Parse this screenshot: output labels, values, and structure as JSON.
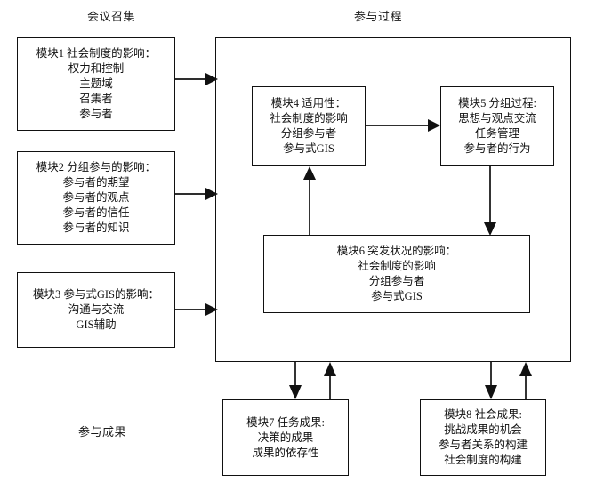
{
  "diagram": {
    "title_left": "会议召集",
    "title_center": "参与过程",
    "title_bottom_left": "参与成果",
    "line_color": "#111111",
    "background": "#ffffff"
  },
  "modules": {
    "m1": {
      "head": "模块1  社会制度的影响：",
      "l1": "权力和控制",
      "l2": "主题域",
      "l3": "召集者",
      "l4": "参与者"
    },
    "m2": {
      "head": "模块2  分组参与的影响：",
      "l1": "参与者的期望",
      "l2": "参与者的观点",
      "l3": "参与者的信任",
      "l4": "参与者的知识"
    },
    "m3": {
      "head": "模块3  参与式GIS的影响：",
      "l1": "沟通与交流",
      "l2": "GIS辅助"
    },
    "m4": {
      "head": "模块4  适用性：",
      "l1": "社会制度的影响",
      "l2": "分组参与者",
      "l3": "参与式GIS"
    },
    "m5": {
      "head": "模块5  分组过程:",
      "l1": "思想与观点交流",
      "l2": "任务管理",
      "l3": "参与者的行为"
    },
    "m6": {
      "head": "模块6  突发状况的影响：",
      "l1": "社会制度的影响",
      "l2": "分组参与者",
      "l3": "参与式GIS"
    },
    "m7": {
      "head": "模块7  任务成果:",
      "l1": "决策的成果",
      "l2": "成果的依存性"
    },
    "m8": {
      "head": "模块8  社会成果:",
      "l1": "挑战成果的机会",
      "l2": "参与者关系的构建",
      "l3": "社会制度的构建"
    }
  }
}
